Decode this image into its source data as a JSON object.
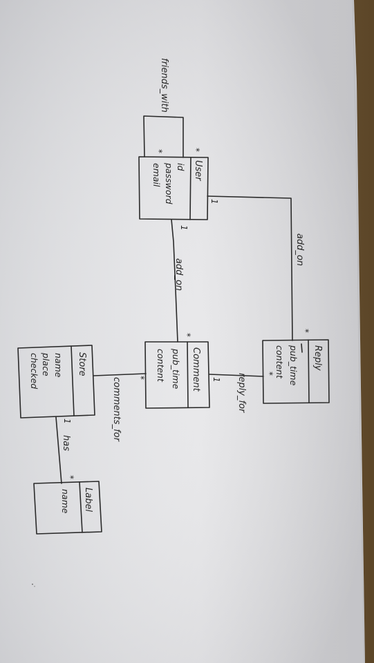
{
  "entities": {
    "user": {
      "name": "User",
      "attributes": [
        "id",
        "password",
        "email"
      ]
    },
    "reply": {
      "name": "Reply",
      "attributes": [
        "pub_time",
        "content"
      ]
    },
    "comment": {
      "name": "Comment",
      "attributes": [
        "pub_time",
        "content"
      ]
    },
    "store": {
      "name": "Store",
      "attributes": [
        "name",
        "place",
        "checked"
      ]
    },
    "label": {
      "name": "Label",
      "attributes": [
        "name"
      ]
    }
  },
  "relationships": {
    "friends_with": {
      "label": "friends_with",
      "mult_a": "*",
      "mult_b": "*"
    },
    "reply_add_on": {
      "label": "add_on",
      "mult_a": "1",
      "mult_b": "*"
    },
    "comment_add_on": {
      "label": "add_on",
      "mult_a": "1",
      "mult_b": "*"
    },
    "reply_for": {
      "label": "reply_for",
      "mult_a": "1",
      "mult_b": "*"
    },
    "comments_for": {
      "label": "comments_for",
      "mult_a": "*"
    },
    "has": {
      "label": "has",
      "mult_a": "1",
      "mult_b": "*"
    }
  },
  "colors": {
    "paper": "#e6e6e8",
    "ink": "#2a2a2a",
    "table": "#6b5434"
  }
}
